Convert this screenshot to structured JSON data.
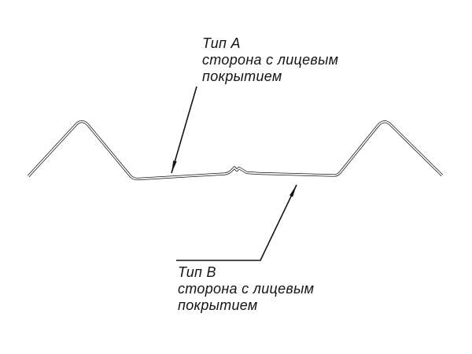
{
  "page": {
    "background": "#ffffff"
  },
  "diagram": {
    "type": "sheet-profile-cross-section",
    "colors": {
      "line": "#141414",
      "background": "#ffffff"
    },
    "labels": {
      "type_a": {
        "title": "Тип А",
        "desc_line1": "сторона с лицевым",
        "desc_line2": "покрытием"
      },
      "type_b": {
        "title": "Тип В",
        "desc_line1": "сторона с лицевым",
        "desc_line2": "покрытием"
      }
    }
  }
}
